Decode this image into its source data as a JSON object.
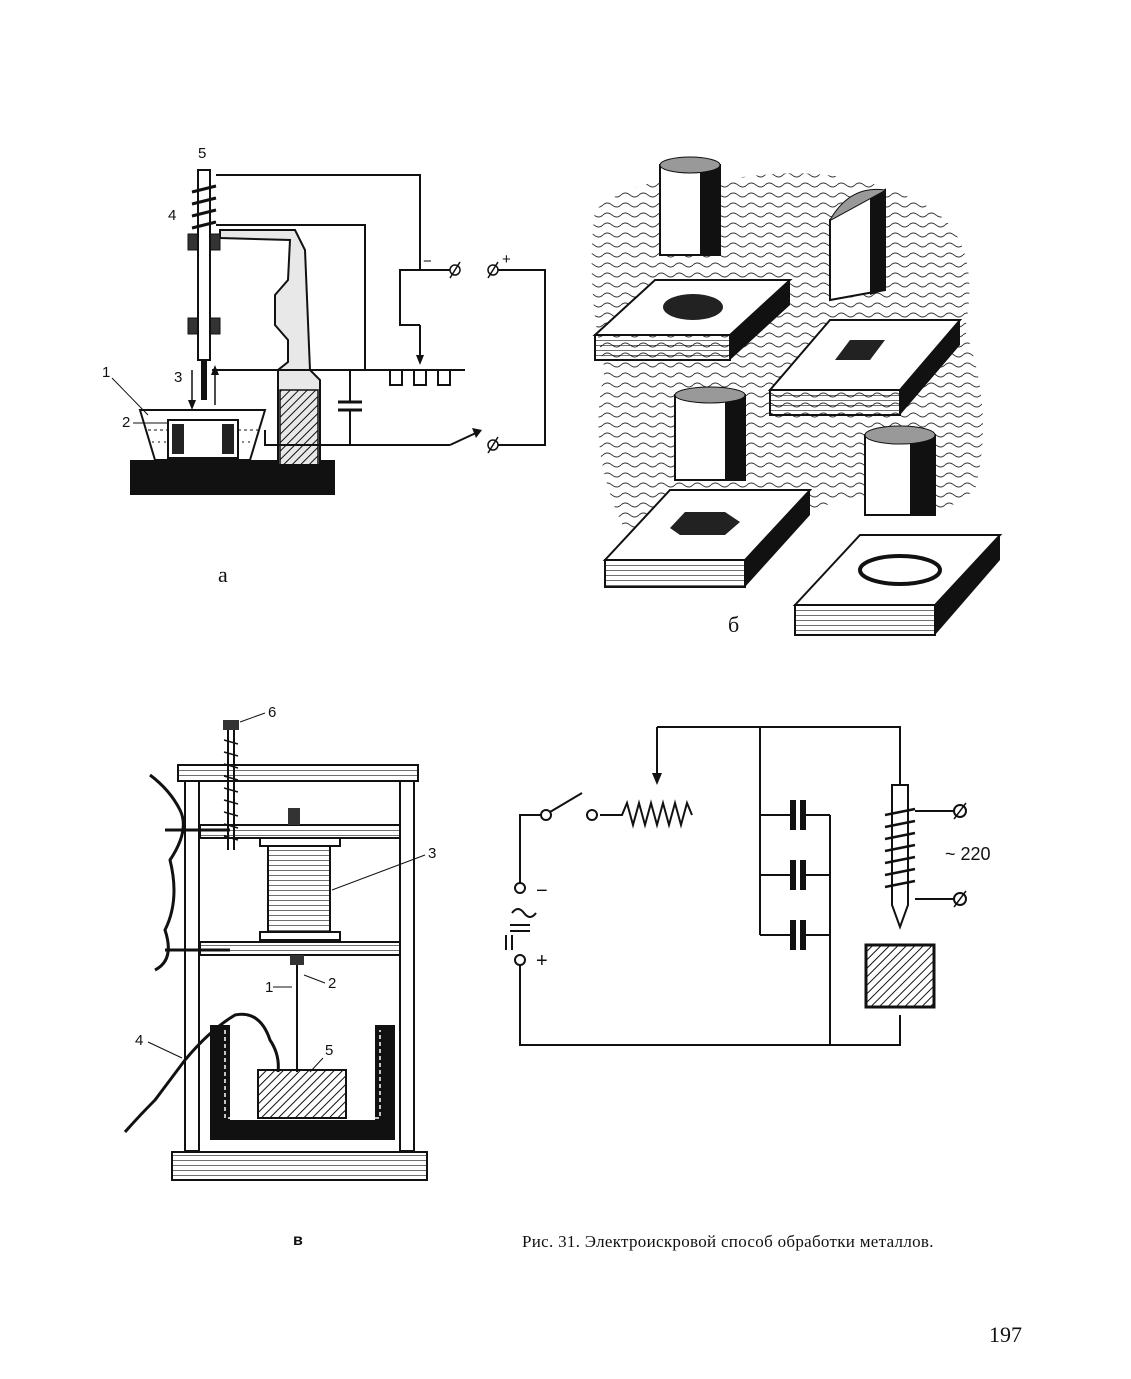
{
  "panel_a": {
    "letter": "а",
    "labels": [
      "1",
      "2",
      "3",
      "4",
      "5"
    ],
    "terminals": {
      "minus": "−",
      "plus": "+"
    }
  },
  "panel_b": {
    "letter": "б"
  },
  "panel_v": {
    "letter": "в",
    "labels": [
      "1",
      "2",
      "3",
      "4",
      "5",
      "6"
    ]
  },
  "panel_circuit": {
    "supply_minus": "−",
    "supply_plus": "+",
    "ac_voltage": "~ 220"
  },
  "caption": "Рис. 31. Электроискровой способ обработки металлов.",
  "page_number": "197"
}
